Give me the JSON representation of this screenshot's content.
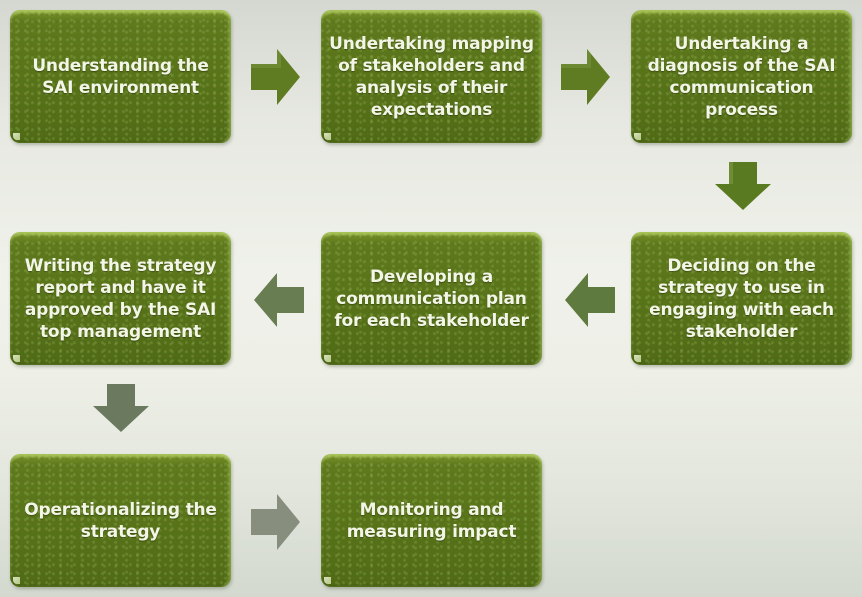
{
  "diagram": {
    "type": "process-flow",
    "colors": {
      "box_fill": "#587419",
      "box_highlight": "#7c962a",
      "box_text": "#f3f5e6",
      "arrow_green": "#5d7a22",
      "arrow_muted": "#6f7f5f",
      "arrow_grey": "#8a9180",
      "background_top": "#d5d8d1",
      "background_mid": "#eff1ea",
      "background_bottom": "#d3d9cf"
    },
    "steps": [
      {
        "id": 1,
        "label": "Understanding the SAI environment"
      },
      {
        "id": 2,
        "label": "Undertaking mapping of stakeholders and analysis of their expectations"
      },
      {
        "id": 3,
        "label": "Undertaking a diagnosis of the SAI communication process"
      },
      {
        "id": 4,
        "label": "Deciding on the strategy to use in engaging with each stakeholder"
      },
      {
        "id": 5,
        "label": "Developing a communication plan for each stakeholder"
      },
      {
        "id": 6,
        "label": "Writing the strategy report and have it approved by the SAI top management"
      },
      {
        "id": 7,
        "label": "Operationalizing the strategy"
      },
      {
        "id": 8,
        "label": "Monitoring and measuring impact"
      }
    ],
    "connections": [
      {
        "from": 1,
        "to": 2,
        "direction": "right"
      },
      {
        "from": 2,
        "to": 3,
        "direction": "right"
      },
      {
        "from": 3,
        "to": 4,
        "direction": "down"
      },
      {
        "from": 4,
        "to": 5,
        "direction": "left"
      },
      {
        "from": 5,
        "to": 6,
        "direction": "left"
      },
      {
        "from": 6,
        "to": 7,
        "direction": "down"
      },
      {
        "from": 7,
        "to": 8,
        "direction": "right"
      }
    ]
  }
}
